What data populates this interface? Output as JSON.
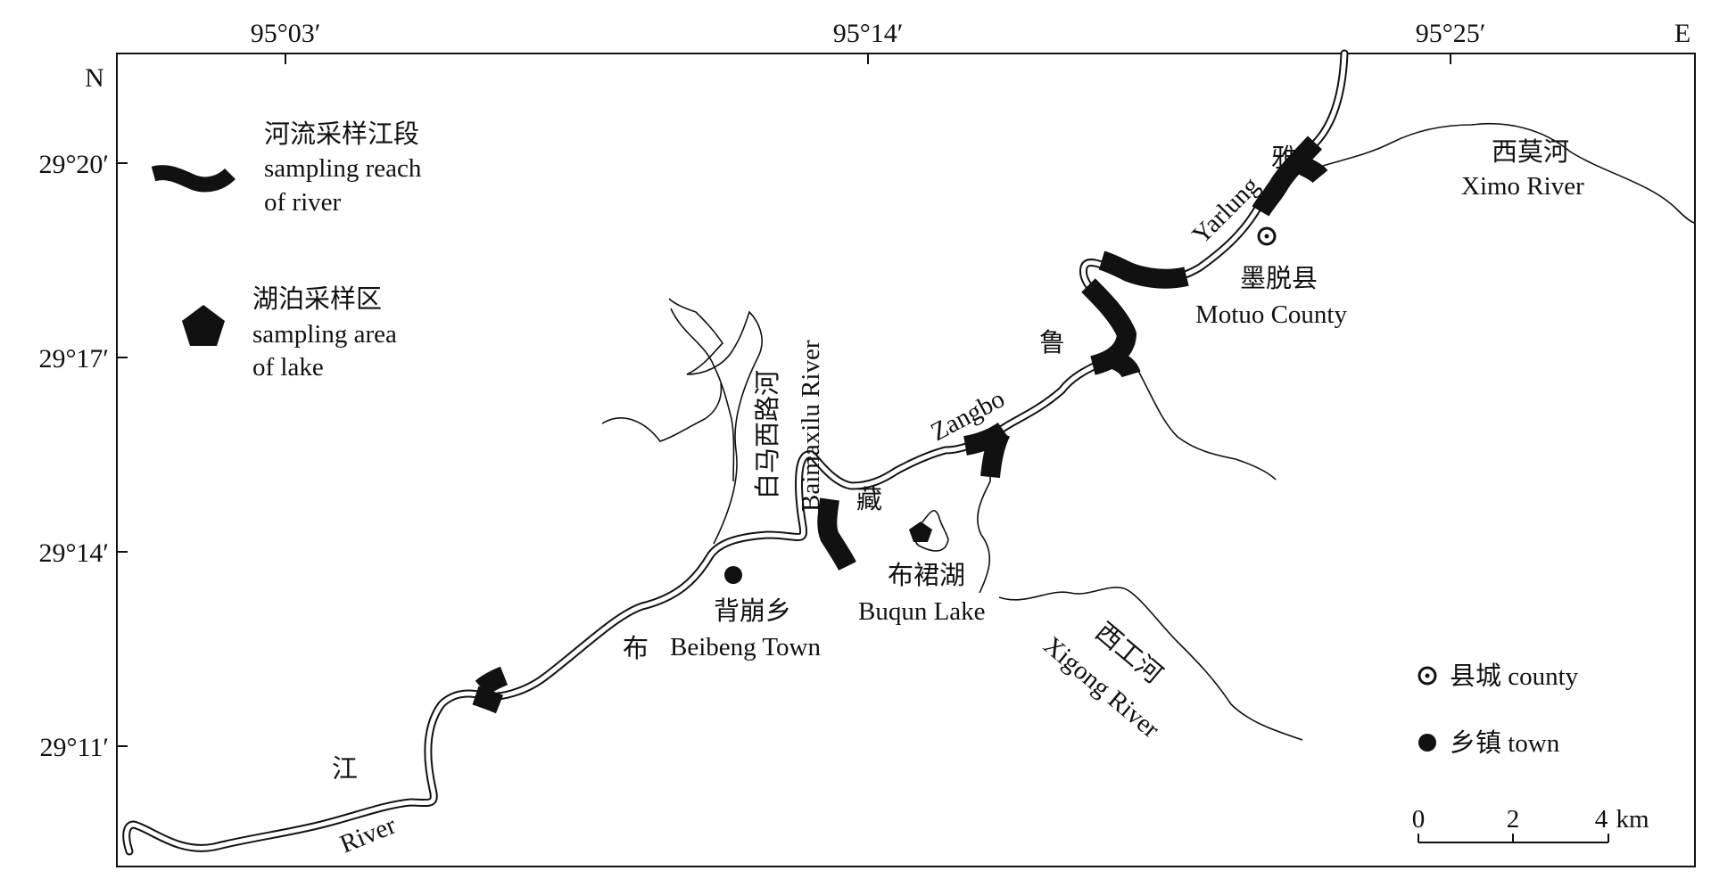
{
  "axes": {
    "top_ticks": [
      "95°03′",
      "95°14′",
      "95°25′"
    ],
    "top_end_label": "E",
    "left_ticks": [
      "29°20′",
      "29°17′",
      "29°14′",
      "29°11′"
    ],
    "left_top_label": "N"
  },
  "legend": {
    "reach": {
      "line1": "河流采样江段",
      "line2": "sampling reach",
      "line3": "of river"
    },
    "lake": {
      "line1": "湖泊采样区",
      "line2": "sampling area",
      "line3": "of lake"
    },
    "county": "县城 county",
    "town": "乡镇 town"
  },
  "labels": {
    "ya": "雅",
    "yarlung": "Yarlung",
    "lu": "鲁",
    "zangbo": "Zangbo",
    "zang": "藏",
    "bu": "布",
    "jiang": "江",
    "river": "River",
    "ximo_cn": "西莫河",
    "ximo_en": "Ximo River",
    "motuo_cn": "墨脱县",
    "motuo_en": "Motuo County",
    "baimaxilu_cn": "白马西路河",
    "baimaxilu_en": "Baimaxilu River",
    "buqun_cn": "布裙湖",
    "buqun_en": "Buqun Lake",
    "beibeng_cn": "背崩乡",
    "beibeng_en": "Beibeng Town",
    "xigong_cn": "西工河",
    "xigong_en": "Xigong River"
  },
  "scale": {
    "labels": [
      "0",
      "2",
      "4"
    ],
    "unit": "km"
  },
  "colors": {
    "ink": "#111111",
    "background": "#ffffff"
  },
  "icons": [
    "county-symbol-icon",
    "town-symbol-icon",
    "lake-pentagon-icon",
    "river-reach-icon"
  ]
}
